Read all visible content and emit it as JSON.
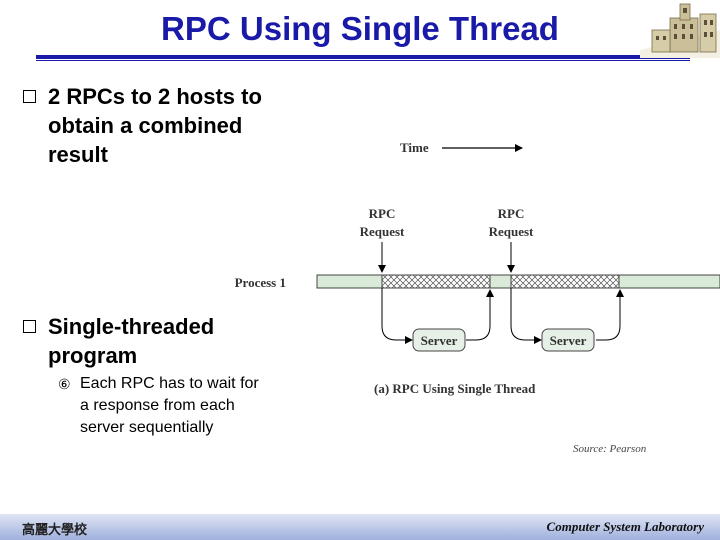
{
  "slide": {
    "title": "RPC Using Single Thread",
    "bullets": [
      {
        "lines": [
          "2 RPCs to 2 hosts to",
          "obtain a combined",
          "result"
        ]
      },
      {
        "lines": [
          "Single-threaded",
          "program"
        ]
      }
    ],
    "sub_bullet": {
      "lines": [
        "Each RPC has to wait for",
        "a response from each",
        "server sequentially"
      ]
    }
  },
  "diagram": {
    "time_label": "Time",
    "rpc_request_1": [
      "RPC",
      "Request"
    ],
    "rpc_request_2": [
      "RPC",
      "Request"
    ],
    "process_label": "Process 1",
    "server_1": "Server",
    "server_2": "Server",
    "caption": "(a) RPC Using Single Thread"
  },
  "source": "Source: Pearson",
  "footer": {
    "left": "高麗大學校",
    "right": "Computer System Laboratory"
  },
  "colors": {
    "title": "#1a1aa8",
    "process_bar": "#d9ead9"
  }
}
